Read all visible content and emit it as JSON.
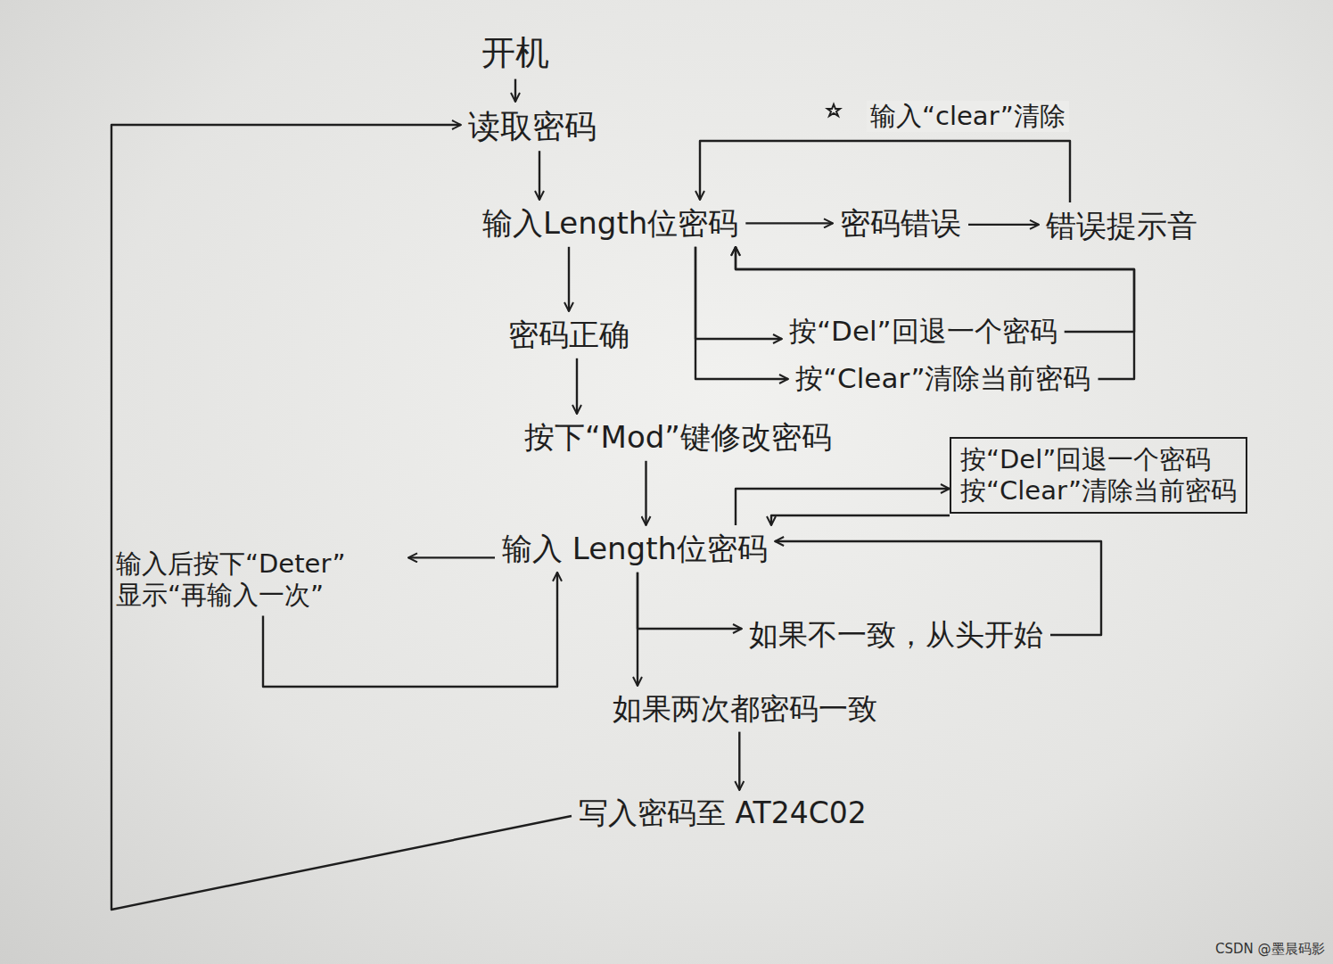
{
  "diagram": {
    "nodes": [
      {
        "text": [
          "开机"
        ]
      },
      {
        "text": [
          "读取密码"
        ]
      },
      {
        "text": [
          "输入Length位密码"
        ]
      },
      {
        "text": [
          "密码错误"
        ]
      },
      {
        "text": [
          "错误提示音"
        ]
      },
      {
        "text": [
          "按“Del”回退一个密码"
        ]
      },
      {
        "text": [
          "按“Clear”清除当前密码"
        ]
      },
      {
        "text": [
          "密码正确"
        ]
      },
      {
        "text": [
          "按下“Mod”键修改密码"
        ]
      },
      {
        "text": [
          "按“Del”回退一个密码",
          "按“Clear”清除当前密码"
        ]
      },
      {
        "text": [
          "输入 Length位密码"
        ]
      },
      {
        "text": [
          "输入后按下“Deter” 显示“再输入一次”"
        ]
      },
      {
        "text": [
          "如果不一致，从头开始"
        ]
      },
      {
        "text": [
          "如果两次都密码一致"
        ]
      },
      {
        "text": [
          "写入密码至 AT24C02"
        ]
      }
    ],
    "edges": [
      {
        "from": 0,
        "to": 1,
        "arrow": "to"
      },
      {
        "from": 1,
        "to": 2,
        "arrow": "to"
      },
      {
        "from": 2,
        "to": 3,
        "arrow": "to"
      },
      {
        "from": 3,
        "to": 4,
        "arrow": "to"
      },
      {
        "from": 4,
        "to": 2,
        "label": "输入“clear”清除",
        "arrow": "to"
      },
      {
        "from": 2,
        "to": 5,
        "arrow": "to"
      },
      {
        "from": 2,
        "to": 6,
        "arrow": "to"
      },
      {
        "from": 5,
        "to": 2,
        "arrow": "to"
      },
      {
        "from": 6,
        "to": 2,
        "arrow": "to"
      },
      {
        "from": 2,
        "to": 7,
        "arrow": "to"
      },
      {
        "from": 7,
        "to": 8,
        "arrow": "to"
      },
      {
        "from": 8,
        "to": 10,
        "arrow": "to"
      },
      {
        "from": 10,
        "to": 9,
        "arrow": "to"
      },
      {
        "from": 9,
        "to": 10,
        "arrow": "to"
      },
      {
        "from": 10,
        "to": 11,
        "arrow": "to"
      },
      {
        "from": 11,
        "to": 10,
        "arrow": "to"
      },
      {
        "from": 10,
        "to": 12,
        "arrow": "to"
      },
      {
        "from": 12,
        "to": 10,
        "arrow": "to"
      },
      {
        "from": 10,
        "to": 13,
        "arrow": "to"
      },
      {
        "from": 13,
        "to": 14,
        "arrow": "to"
      },
      {
        "from": 14,
        "to": 1,
        "arrow": "to"
      }
    ],
    "labels": [
      "CSDN @墨晨码影"
    ]
  }
}
